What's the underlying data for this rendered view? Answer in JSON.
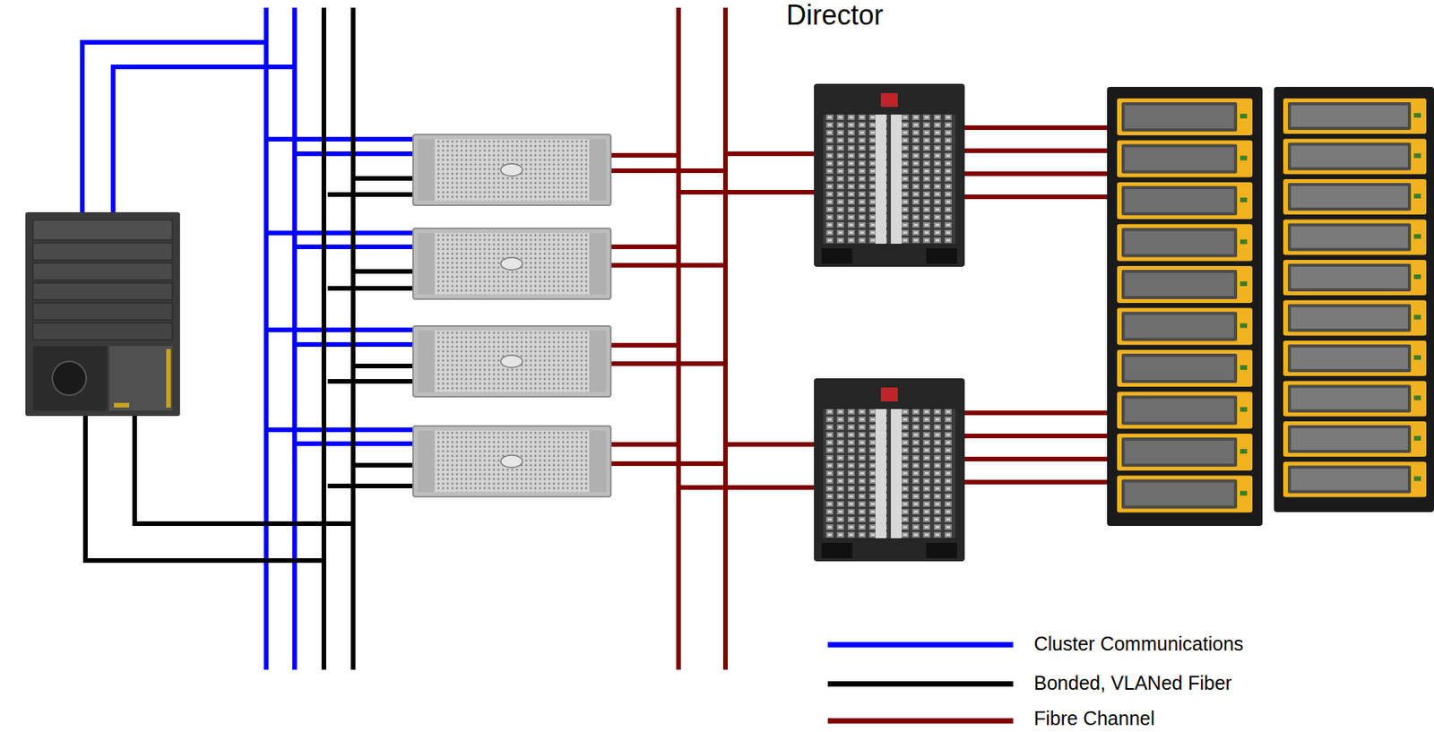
{
  "diagram": {
    "labels": [
      "Director"
    ],
    "legend": [
      {
        "text": "Cluster Communications",
        "color": "#0000ff"
      },
      {
        "text": "Bonded, VLANed Fiber",
        "color": "#000000"
      },
      {
        "text": "Fibre Channel",
        "color": "#800000"
      }
    ]
  }
}
